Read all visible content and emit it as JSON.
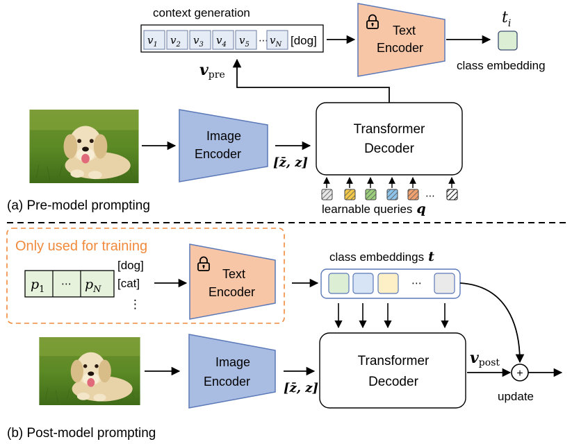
{
  "top": {
    "context_title": "context generation",
    "context_tokens": [
      "v",
      "v",
      "v",
      "v",
      "v"
    ],
    "context_token_subs": [
      "1",
      "2",
      "3",
      "4",
      "5"
    ],
    "context_ellipsis": "⋯",
    "context_last_token": "v",
    "context_last_sub": "N",
    "context_class": "[dog]",
    "v_pre_main": "v",
    "v_pre_sub": "pre",
    "text_encoder_line1": "Text",
    "text_encoder_line2": "Encoder",
    "t_i_main": "t",
    "t_i_sub": "i",
    "class_embedding_label": "class embedding",
    "image_encoder_line1": "Image",
    "image_encoder_line2": "Encoder",
    "features_label": "[z̄, z]",
    "decoder_line1": "Transformer",
    "decoder_line2": "Decoder",
    "queries_label_text": "learnable queries",
    "queries_label_sym": "q",
    "queries_ellipsis": "⋯",
    "caption": "(a) Pre-model prompting"
  },
  "bottom": {
    "training_note": "Only used for training",
    "prompt_p1_main": "p",
    "prompt_p1_sub": "1",
    "prompt_ellipsis": "⋯",
    "prompt_pn_main": "p",
    "prompt_pn_sub": "N",
    "class_dog": "[dog]",
    "class_cat": "[cat]",
    "class_more": "⋮",
    "text_encoder_line1": "Text",
    "text_encoder_line2": "Encoder",
    "class_embeddings_text": "class embeddings",
    "class_embeddings_sym": "t",
    "embeddings_ellipsis": "⋯",
    "image_encoder_line1": "Image",
    "image_encoder_line2": "Encoder",
    "features_label": "[z̄, z]",
    "decoder_line1": "Transformer",
    "decoder_line2": "Decoder",
    "v_post_main": "v",
    "v_post_sub": "post",
    "plus_symbol": "+",
    "update_label": "update",
    "caption": "(b) Post-model prompting"
  },
  "colors": {
    "encoder_blue": "#a9bde3",
    "encoder_blue_stroke": "#5a78b8",
    "text_encoder_orange": "#f6c6a7",
    "text_encoder_stroke": "#5a78b8",
    "green_embed": "#dcefd5",
    "blue_embed": "#d6e4f5",
    "yellow_embed": "#fdf0c6",
    "gray_embed": "#eaeaea",
    "training_orange": "#f08a3c",
    "token_fill": "#e6ecf6",
    "prompt_fill": "#e6f2dc"
  },
  "icons": [
    "lock-icon",
    "dog-photo",
    "arrow-icon",
    "plus-circle-icon"
  ]
}
